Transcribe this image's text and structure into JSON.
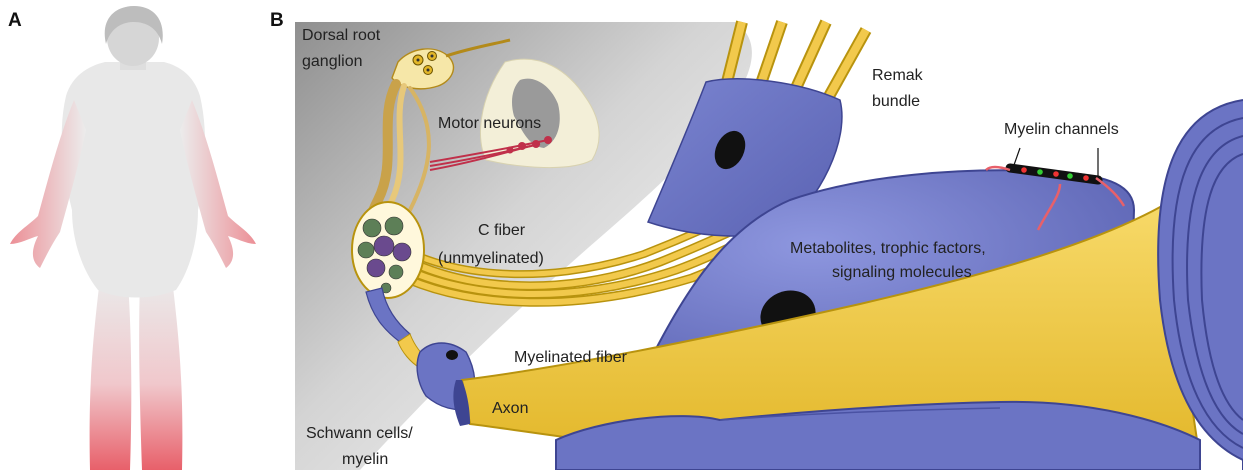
{
  "panels": {
    "a": {
      "letter": "A"
    },
    "b": {
      "letter": "B"
    }
  },
  "labels": {
    "drg_line1": "Dorsal root",
    "drg_line2": "ganglion",
    "motor_neurons": "Motor neurons",
    "remak_line1": "Remak",
    "remak_line2": "bundle",
    "myelin_channels": "Myelin channels",
    "cfiber_line1": "C fiber",
    "cfiber_line2": "(unmyelinated)",
    "metab_line1": "Metabolites, trophic factors,",
    "metab_line2": "signaling molecules",
    "myelinated_fiber": "Myelinated fiber",
    "axon": "Axon",
    "schwann_line1": "Schwann cells/",
    "schwann_line2": "myelin"
  },
  "colors": {
    "axon_yellow": "#f2c94c",
    "axon_dark": "#b8930e",
    "schwann_blue": "#6b74c4",
    "schwann_dark": "#3e4592",
    "pain_red": "#e8606a",
    "body_gray": "#e6e6e6"
  }
}
